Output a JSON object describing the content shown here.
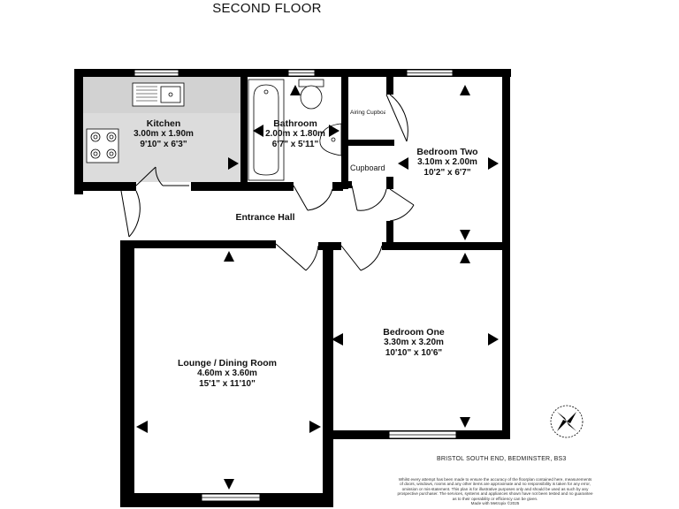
{
  "title": "SECOND FLOOR",
  "rooms": {
    "kitchen": {
      "name": "Kitchen",
      "metric": "3.00m  x 1.90m",
      "imperial": "9'10\"  x 6'3\""
    },
    "bathroom": {
      "name": "Bathroom",
      "metric": "2.00m  x 1.80m",
      "imperial": "6'7\"  x 5'11\""
    },
    "bedroom_two": {
      "name": "Bedroom Two",
      "metric": "3.10m  x 2.00m",
      "imperial": "10'2\"  x 6'7\""
    },
    "entrance_hall": {
      "name": "Entrance Hall"
    },
    "bedroom_one": {
      "name": "Bedroom One",
      "metric": "3.30m  x 3.20m",
      "imperial": "10'10\"  x 10'6\""
    },
    "lounge": {
      "name": "Lounge / Dining Room",
      "metric": "4.60m  x 3.60m",
      "imperial": "15'1\"  x 11'10\""
    },
    "airing_cupboard": {
      "name": "Airing Cupboard"
    },
    "cupboard": {
      "name": "Cupboard"
    }
  },
  "address": "BRISTOL SOUTH END, BEDMINSTER, BS3",
  "disclaimer": [
    "Whilst every attempt has been made to ensure the accuracy of the floorplan contained here, measurements",
    "of doors, windows, rooms and any other items are approximate and no responsibility is taken for any error,",
    "omission or mis-statement. This plan is for illustrative purposes only and should be used as such by any",
    "prospective purchaser. The services, systems and appliances shown have not been tested and no guarantee",
    "as to their operability or efficiency can be given.",
    "Made with Metropix ©2025"
  ],
  "colors": {
    "wall": "#000000",
    "kitchen_floor": "#dcdcdc",
    "window": "#ffffff"
  },
  "icons": [
    "compass-icon",
    "hob-icon",
    "sink-icon",
    "bath-icon",
    "toilet-icon",
    "basin-icon",
    "dimension-arrow-icon",
    "door-swing-icon"
  ]
}
